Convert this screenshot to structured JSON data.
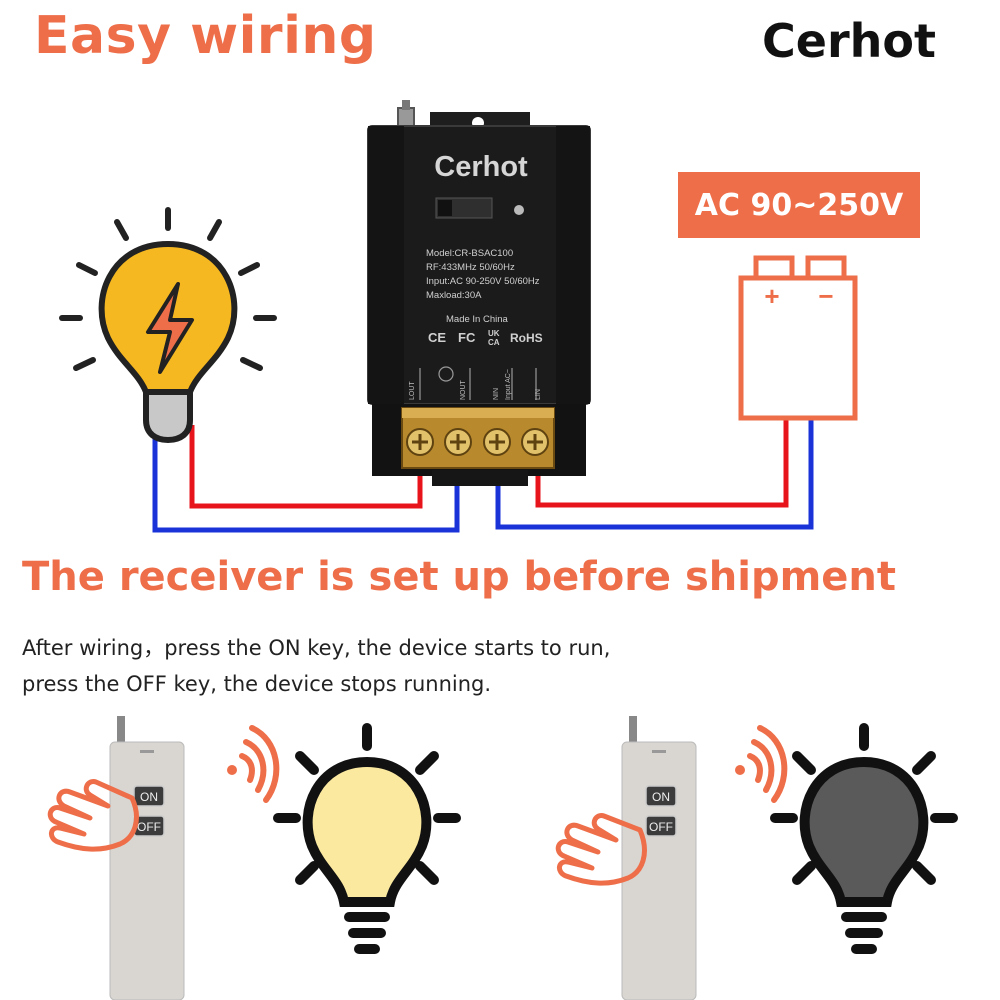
{
  "header": {
    "headline": "Easy wiring",
    "brand": "Cerhot"
  },
  "badge": {
    "voltage": "AC 90~250V"
  },
  "device": {
    "brand": "Cerhot",
    "specs": [
      "Model:CR-BSAC100",
      "RF:433MHz 50/60Hz",
      "Input:AC 90-250V 50/60Hz",
      "Maxload:30A"
    ],
    "origin": "Made In China",
    "certs": {
      "ce": "CE",
      "fc": "FC",
      "uk": "UK",
      "ca": "CA",
      "rohs": "RoHS"
    },
    "terminals": [
      "LOUT",
      "NOUT",
      "NIN",
      "Input AC~",
      "LIN"
    ]
  },
  "battery": {
    "plus": "+",
    "minus": "−"
  },
  "setup": {
    "headline": "The receiver is set up before shipment",
    "lines": [
      "After wiring，press the ON key, the device starts to run,",
      "press the OFF key, the device stops running."
    ]
  },
  "remote": {
    "on_label": "ON",
    "off_label": "OFF"
  },
  "colors": {
    "accent": "#ee6e49",
    "wire_live": "#e8141b",
    "wire_neutral": "#1a33d8",
    "bulb_on": "#fbe9a0",
    "bulb_off": "#5a5a5a",
    "bulb_icon_on": "#f6b821"
  },
  "icons": [
    "light-bulb-icon",
    "lightning-icon",
    "battery-icon",
    "hand-pointer-icon",
    "wireless-signal-icon"
  ]
}
